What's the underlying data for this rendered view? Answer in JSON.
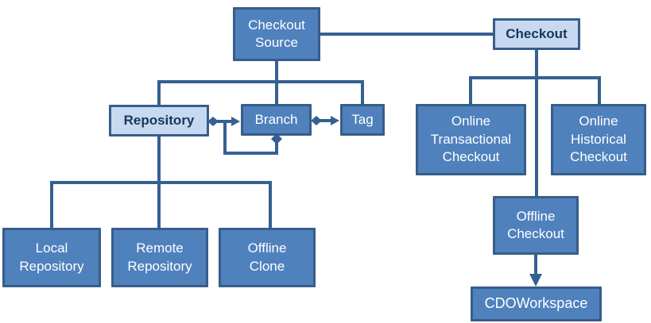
{
  "colors": {
    "node_fill": "#4f81bd",
    "node_border": "#385d8a",
    "node_text": "#ffffff",
    "highlight_fill": "#c6d9f1",
    "highlight_text": "#17365d",
    "connector": "#366092"
  },
  "diagram": {
    "nodes": {
      "checkout_source": {
        "label": "Checkout\nSource",
        "style": "filled"
      },
      "checkout": {
        "label": "Checkout",
        "style": "highlight"
      },
      "repository": {
        "label": "Repository",
        "style": "highlight"
      },
      "branch": {
        "label": "Branch",
        "style": "filled"
      },
      "tag": {
        "label": "Tag",
        "style": "filled"
      },
      "online_transactional_checkout": {
        "label": "Online\nTransactional\nCheckout",
        "style": "filled"
      },
      "online_historical_checkout": {
        "label": "Online\nHistorical\nCheckout",
        "style": "filled"
      },
      "local_repository": {
        "label": "Local\nRepository",
        "style": "filled"
      },
      "remote_repository": {
        "label": "Remote\nRepository",
        "style": "filled"
      },
      "offline_clone": {
        "label": "Offline\nClone",
        "style": "filled"
      },
      "offline_checkout": {
        "label": "Offline\nCheckout",
        "style": "filled"
      },
      "cdo_workspace": {
        "label": "CDOWorkspace",
        "style": "filled"
      }
    },
    "edges": [
      {
        "from": "Checkout Source",
        "to": "Checkout",
        "type": "association-line"
      },
      {
        "from": "Checkout Source",
        "to": "Repository",
        "type": "tree-branch"
      },
      {
        "from": "Checkout Source",
        "to": "Branch",
        "type": "tree-branch"
      },
      {
        "from": "Checkout Source",
        "to": "Tag",
        "type": "tree-branch"
      },
      {
        "from": "Repository",
        "to": "Branch",
        "type": "diamond-arrow"
      },
      {
        "from": "Branch",
        "to": "Branch",
        "type": "diamond-arrow-self-loop"
      },
      {
        "from": "Branch",
        "to": "Tag",
        "type": "diamond-arrow"
      },
      {
        "from": "Repository",
        "to": "Local Repository",
        "type": "tree-branch"
      },
      {
        "from": "Repository",
        "to": "Remote Repository",
        "type": "tree-branch"
      },
      {
        "from": "Repository",
        "to": "Offline Clone",
        "type": "tree-branch"
      },
      {
        "from": "Checkout",
        "to": "Online Transactional Checkout",
        "type": "tree-branch"
      },
      {
        "from": "Checkout",
        "to": "Online Historical Checkout",
        "type": "tree-branch"
      },
      {
        "from": "Checkout",
        "to": "Offline Checkout",
        "type": "tree-branch"
      },
      {
        "from": "Offline Checkout",
        "to": "CDOWorkspace",
        "type": "arrow"
      }
    ]
  }
}
